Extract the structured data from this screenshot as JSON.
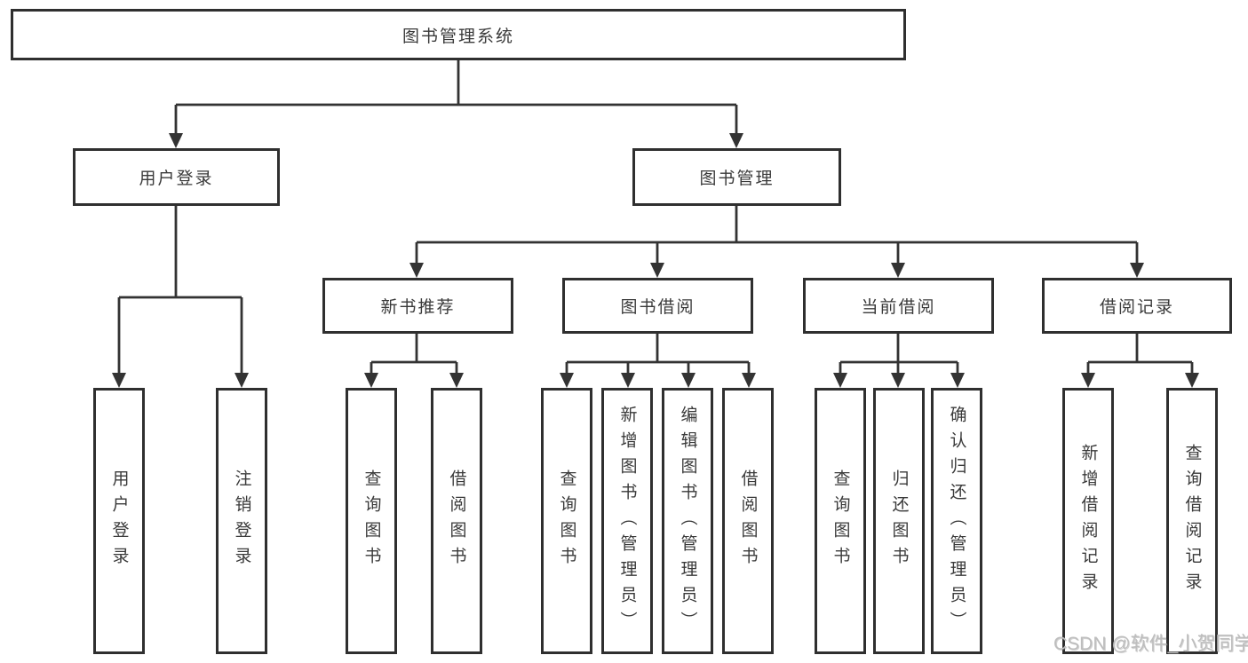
{
  "diagram": {
    "root": "图书管理系统",
    "branches": [
      {
        "label": "用户登录",
        "children": [
          "用户登录",
          "注销登录"
        ]
      },
      {
        "label": "图书管理",
        "groups": [
          {
            "label": "新书推荐",
            "children": [
              "查询图书",
              "借阅图书"
            ]
          },
          {
            "label": "图书借阅",
            "children": [
              "查询图书",
              "新增图书（管理员）",
              "编辑图书（管理员）",
              "借阅图书"
            ]
          },
          {
            "label": "当前借阅",
            "children": [
              "查询图书",
              "归还图书",
              "确认归还（管理员）"
            ]
          },
          {
            "label": "借阅记录",
            "children": [
              "新增借阅记录",
              "查询借阅记录"
            ]
          }
        ]
      }
    ],
    "watermark": "CSDN @软件_小贺同学"
  }
}
